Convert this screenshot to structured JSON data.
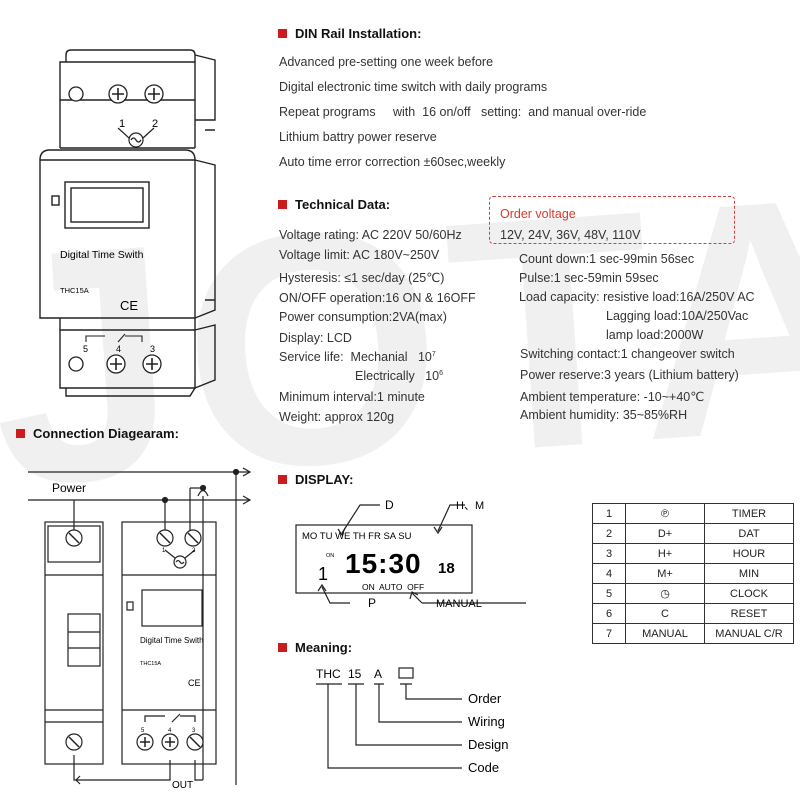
{
  "watermark": "JOTA",
  "din": {
    "heading": "DIN Rail Installation:",
    "lines": [
      "Advanced pre-setting one week before",
      "Digital electronic time switch with daily programs",
      "Repeat programs     with  16 on/off   setting:  and manual over-ride",
      "Lithium battry power reserve",
      "Auto time error correction ±60sec,weekly"
    ]
  },
  "tech": {
    "heading": "Technical Data:",
    "left": [
      "Voltage rating: AC 220V  50/60Hz",
      "Voltage limit: AC 180V~250V",
      "Hysteresis: ≤1 sec/day (25℃)",
      "ON/OFF operation:16 ON & 16OFF",
      "Power consumption:2VA(max)",
      "Display: LCD",
      "Service life:  Mechanial   10",
      "Electrically   10",
      "Minimum interval:1 minute",
      "Weight: approx 120g"
    ],
    "exp": [
      "7",
      "6"
    ],
    "order_title": "Order voltage",
    "order_values": "12V, 24V, 36V, 48V, 110V",
    "right": [
      "Count down:1 sec-99min 56sec",
      "Pulse:1 sec-59min 59sec",
      "Load capacity: resistive load:16A/250V AC",
      "Lagging load:10A/250Vac",
      "lamp load:2000W",
      "Switching contact:1 changeover switch",
      "Power reserve:3 years (Lithium battery)",
      "Ambient temperature: -10~+40℃",
      "Ambient humidity: 35~85%RH"
    ]
  },
  "device": {
    "label": "Digital Time Swith",
    "model": "THC15A",
    "ce": "CE",
    "top_terminals": [
      "1",
      "2"
    ],
    "bottom_terminals": [
      "5",
      "4",
      "3"
    ]
  },
  "connection": {
    "heading": "Connection Diagearam:",
    "power": "Power",
    "out": "OUT"
  },
  "display": {
    "heading": "DISPLAY:",
    "callouts": [
      "D",
      "H、M",
      "P",
      "MANUAL"
    ],
    "days": "MO TU WE TH FR SA SU",
    "time": "15:30",
    "seconds": "18",
    "on_small": "ON",
    "prog": "1",
    "mode": "ON  AUTO  OFF"
  },
  "keys": [
    {
      "n": "1",
      "key": "℗",
      "fn": "TIMER"
    },
    {
      "n": "2",
      "key": "D+",
      "fn": "DAT"
    },
    {
      "n": "3",
      "key": "H+",
      "fn": "HOUR"
    },
    {
      "n": "4",
      "key": "M+",
      "fn": "MIN"
    },
    {
      "n": "5",
      "key": "◷",
      "fn": "CLOCK"
    },
    {
      "n": "6",
      "key": "C",
      "fn": "RESET"
    },
    {
      "n": "7",
      "key": "MANUAL",
      "fn": "MANUAL C/R"
    }
  ],
  "meaning": {
    "heading": "Meaning:",
    "code_parts": [
      "THC",
      "15",
      "A"
    ],
    "labels": [
      "Order",
      "Wiring",
      "Design",
      "Code"
    ]
  },
  "colors": {
    "accent": "#cc1b1b",
    "order_text": "#d93a2b"
  }
}
